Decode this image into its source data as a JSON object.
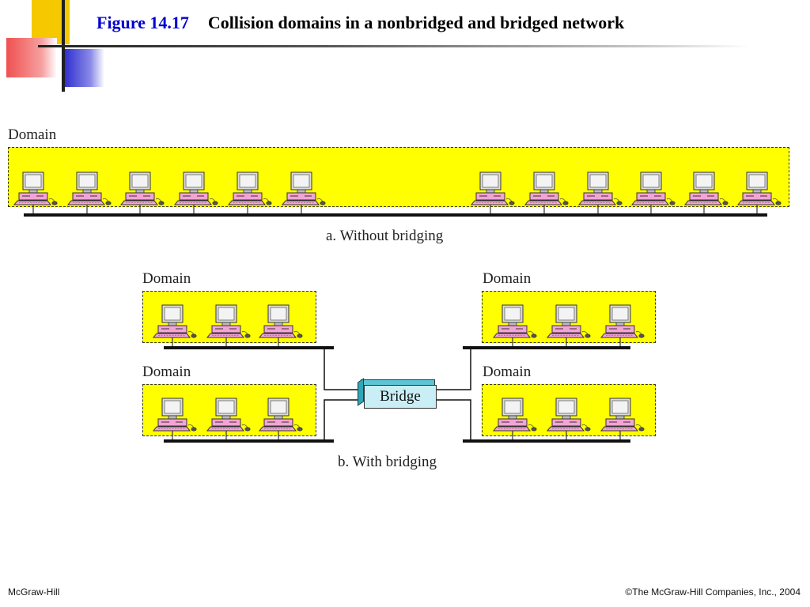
{
  "header": {
    "figure_number": "Figure 14.17",
    "title": "Collision domains in a nonbridged and bridged network"
  },
  "part_a": {
    "domain_label": "Domain",
    "caption": "a. Without bridging"
  },
  "part_b": {
    "domain_labels": [
      "Domain",
      "Domain",
      "Domain",
      "Domain"
    ],
    "bridge_label": "Bridge",
    "caption": "b. With bridging"
  },
  "footer": {
    "left": "McGraw-Hill",
    "right": "©The McGraw-Hill Companies, Inc., 2004"
  },
  "colors": {
    "domain_fill": "#ffff00",
    "computer_pink": "#f4a3d6",
    "bridge_fill": "#c9eef5"
  }
}
